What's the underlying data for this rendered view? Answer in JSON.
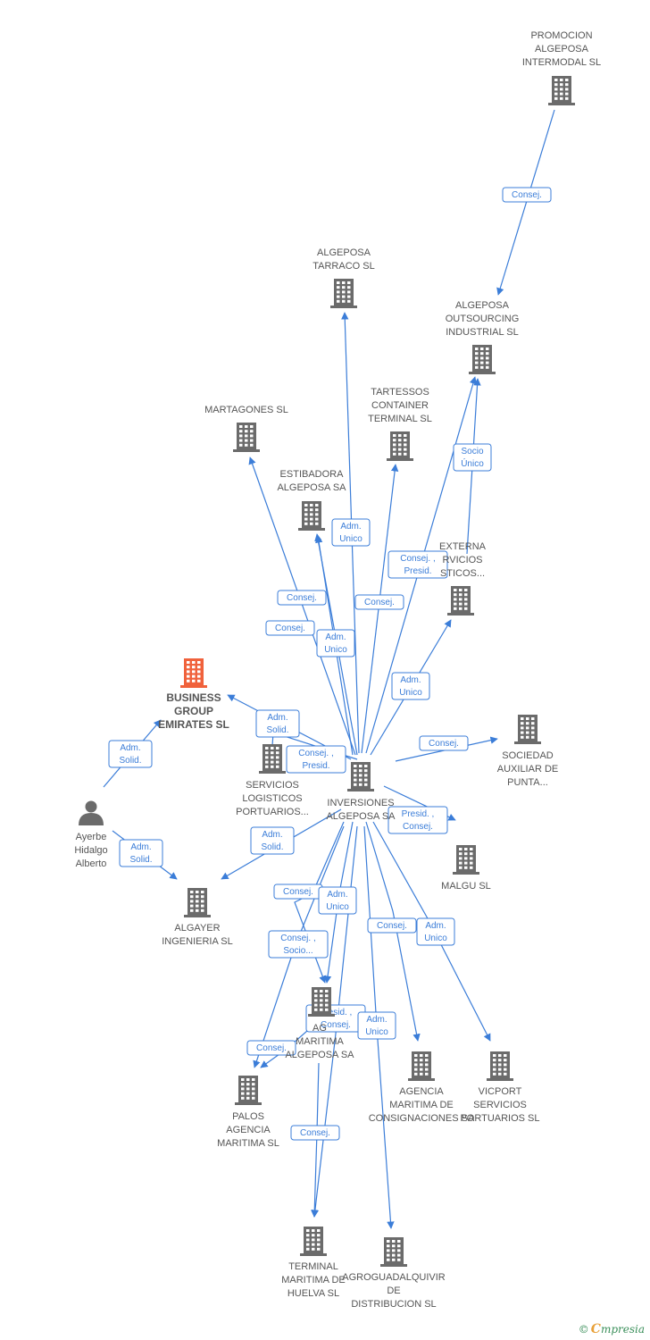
{
  "colors": {
    "edge": "#3b7dd8",
    "building": "#6b6b6b",
    "focus": "#f0623c",
    "person": "#6b6b6b"
  },
  "nodes": [
    {
      "id": "promocion",
      "type": "company",
      "lines": [
        "PROMOCION",
        "ALGEPOSA",
        "INTERMODAL SL"
      ]
    },
    {
      "id": "outsourcing",
      "type": "company",
      "lines": [
        "ALGEPOSA",
        "OUTSOURCING",
        "INDUSTRIAL SL"
      ]
    },
    {
      "id": "tarraco",
      "type": "company",
      "lines": [
        "ALGEPOSA",
        "TARRACO SL"
      ]
    },
    {
      "id": "martagones",
      "type": "company",
      "lines": [
        "MARTAGONES SL"
      ]
    },
    {
      "id": "tartessos",
      "type": "company",
      "lines": [
        "TARTESSOS",
        "CONTAINER",
        "TERMINAL SL"
      ]
    },
    {
      "id": "estibadora",
      "type": "company",
      "lines": [
        "ESTIBADORA",
        "ALGEPOSA SA"
      ]
    },
    {
      "id": "externa",
      "type": "company",
      "lines": [
        "EXTERNA",
        "RVICIOS",
        "STICOS..."
      ]
    },
    {
      "id": "business",
      "type": "focus",
      "lines": [
        "BUSINESS",
        "GROUP",
        "EMIRATES SL"
      ]
    },
    {
      "id": "servicios",
      "type": "company",
      "lines": [
        "SERVICIOS",
        "LOGISTICOS",
        "PORTUARIOS..."
      ]
    },
    {
      "id": "inversiones",
      "type": "company",
      "lines": [
        "INVERSIONES",
        "ALGEPOSA SA"
      ]
    },
    {
      "id": "sociedad",
      "type": "company",
      "lines": [
        "SOCIEDAD",
        "AUXILIAR DE",
        "PUNTA..."
      ]
    },
    {
      "id": "ayerbe",
      "type": "person",
      "lines": [
        "Ayerbe",
        "Hidalgo",
        "Alberto"
      ]
    },
    {
      "id": "algayer",
      "type": "company",
      "lines": [
        "ALGAYER",
        "INGENIERIA SL"
      ]
    },
    {
      "id": "malgu",
      "type": "company",
      "lines": [
        "MALGU SL"
      ]
    },
    {
      "id": "agencia_alg",
      "type": "company",
      "lines": [
        "AG",
        "MARITIMA",
        "ALGEPOSA SA"
      ]
    },
    {
      "id": "palos",
      "type": "company",
      "lines": [
        "PALOS",
        "AGENCIA",
        "MARITIMA SL"
      ]
    },
    {
      "id": "consignaciones",
      "type": "company",
      "lines": [
        "AGENCIA",
        "MARITIMA DE",
        "CONSIGNACIONES SA"
      ]
    },
    {
      "id": "vicport",
      "type": "company",
      "lines": [
        "VICPORT",
        "SERVICIOS",
        "PORTUARIOS SL"
      ]
    },
    {
      "id": "terminal",
      "type": "company",
      "lines": [
        "TERMINAL",
        "MARITIMA DE",
        "HUELVA SL"
      ]
    },
    {
      "id": "agroguad",
      "type": "company",
      "lines": [
        "AGROGUADALQUIVIR",
        "DE",
        "DISTRIBUCION SL"
      ]
    }
  ],
  "relations": [
    {
      "id": "r1",
      "lines": [
        "Consej."
      ]
    },
    {
      "id": "r2",
      "lines": [
        "Socio",
        "Único"
      ]
    },
    {
      "id": "r3",
      "lines": [
        "Adm.",
        "Unico"
      ]
    },
    {
      "id": "r4",
      "lines": [
        "Consej. ,",
        "Presid."
      ]
    },
    {
      "id": "r5",
      "lines": [
        "Consej."
      ]
    },
    {
      "id": "r6",
      "lines": [
        "Consej."
      ]
    },
    {
      "id": "r7",
      "lines": [
        "Consej."
      ]
    },
    {
      "id": "r8",
      "lines": [
        "Adm.",
        "Unico"
      ]
    },
    {
      "id": "r9",
      "lines": [
        "Adm.",
        "Unico"
      ]
    },
    {
      "id": "r10",
      "lines": [
        "Adm.",
        "Solid."
      ]
    },
    {
      "id": "r11",
      "lines": [
        "Consej. ,",
        "Presid."
      ]
    },
    {
      "id": "r12",
      "lines": [
        "Consej."
      ]
    },
    {
      "id": "r13",
      "lines": [
        "Adm.",
        "Solid."
      ]
    },
    {
      "id": "r14",
      "lines": [
        "Presid. ,",
        "Consej."
      ]
    },
    {
      "id": "r15",
      "lines": [
        "Adm.",
        "Solid."
      ]
    },
    {
      "id": "r16",
      "lines": [
        "Adm.",
        "Solid."
      ]
    },
    {
      "id": "r17",
      "lines": [
        "Consej."
      ]
    },
    {
      "id": "r18",
      "lines": [
        "Adm.",
        "Unico"
      ]
    },
    {
      "id": "r19",
      "lines": [
        "Consej."
      ]
    },
    {
      "id": "r20",
      "lines": [
        "Adm.",
        "Unico"
      ]
    },
    {
      "id": "r21",
      "lines": [
        "Consej. ,",
        "Socio..."
      ]
    },
    {
      "id": "r22",
      "lines": [
        "Presid. ,",
        "Consej."
      ]
    },
    {
      "id": "r23",
      "lines": [
        "Adm.",
        "Unico"
      ]
    },
    {
      "id": "r24",
      "lines": [
        "Consej."
      ]
    },
    {
      "id": "r25",
      "lines": [
        "Consej."
      ]
    }
  ],
  "footer": {
    "copyright": "©",
    "brand_initial": "C",
    "brand_rest": "mpresia"
  }
}
